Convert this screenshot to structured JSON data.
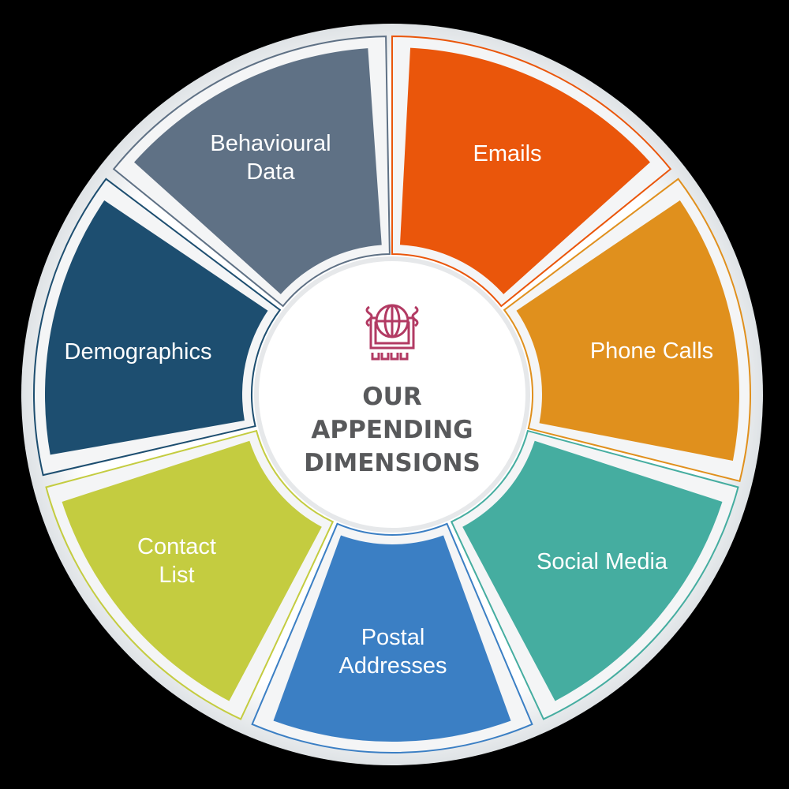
{
  "center": {
    "title_lines": [
      "OUR",
      "APPENDING",
      "DIMENSIONS"
    ],
    "icon": "globe-chip-icon",
    "icon_color": "#b23a63"
  },
  "segments": [
    {
      "label": "Emails",
      "color": "#ea560b"
    },
    {
      "label": "Phone Calls",
      "color": "#e0901d"
    },
    {
      "label": "Social Media",
      "color": "#45ada0"
    },
    {
      "label": "Postal Addresses",
      "color": "#3b7fc4"
    },
    {
      "label": "Contact List",
      "color": "#c4cc40"
    },
    {
      "label": "Demographics",
      "color": "#1d4e70"
    },
    {
      "label": "Behavioural Data",
      "color": "#5f7185"
    }
  ],
  "labels": {
    "emails": "Emails",
    "phone": "Phone Calls",
    "social": "Social Media",
    "postal_1": "Postal",
    "postal_2": "Addresses",
    "contact_1": "Contact",
    "contact_2": "List",
    "demo": "Demographics",
    "behav_1": "Behavioural",
    "behav_2": "Data"
  }
}
